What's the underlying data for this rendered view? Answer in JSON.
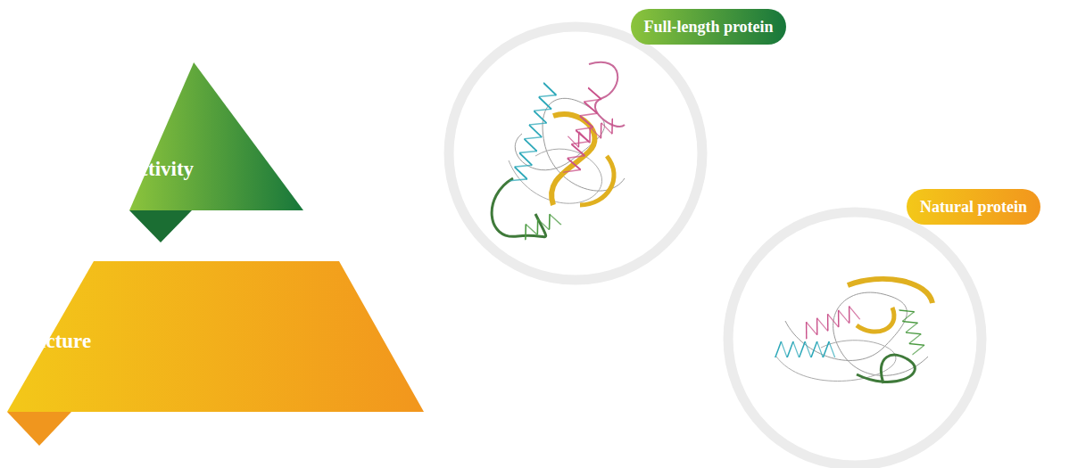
{
  "diagram": {
    "nodes": [
      {
        "text": [
          "Activity"
        ]
      },
      {
        "text": [
          "Structure"
        ]
      },
      {
        "text": [
          "Full-length protein"
        ]
      },
      {
        "text": [
          "Natural protein"
        ]
      }
    ]
  }
}
